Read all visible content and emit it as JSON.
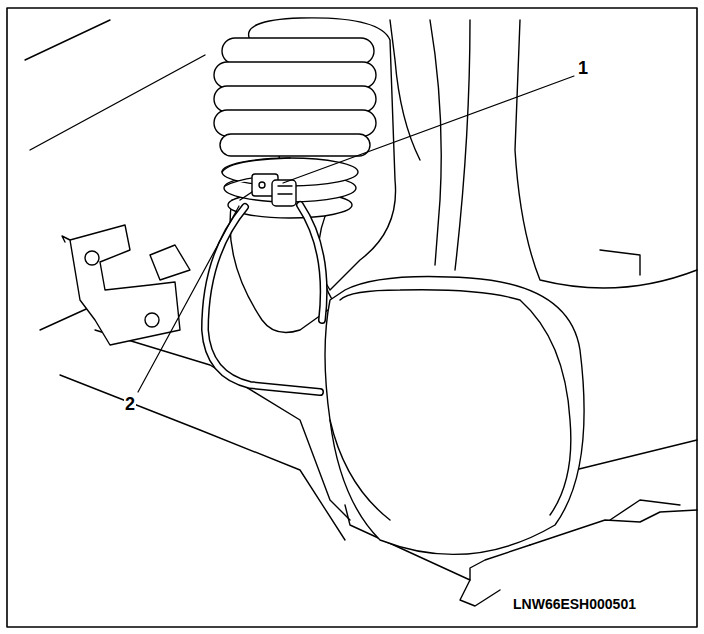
{
  "diagram": {
    "labels": [
      "1",
      "2",
      "LNW66ESH000501"
    ]
  }
}
